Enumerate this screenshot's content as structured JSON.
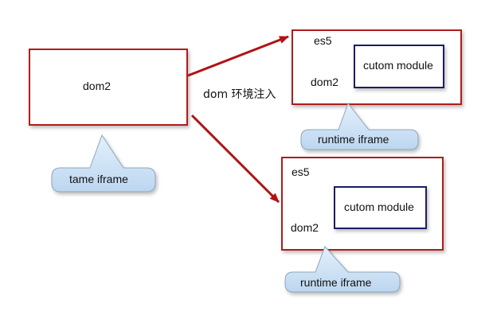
{
  "diagram": {
    "tame_box": {
      "label": "dom2"
    },
    "tame_callout": {
      "label": "tame iframe"
    },
    "connector_label": "dom 环境注入",
    "runtime_top": {
      "es5_label": "es5",
      "dom_label": "dom2",
      "module_label": "cutom module",
      "callout_label": "runtime iframe"
    },
    "runtime_bottom": {
      "es5_label": "es5",
      "dom_label": "dom2",
      "module_label": "cutom module",
      "callout_label": "runtime iframe"
    },
    "colors": {
      "frame_border": "#b01c1c",
      "arrow": "#b31212",
      "module_border": "#1a1a66",
      "callout_fill": "#cfe3f6",
      "callout_border": "#8ea7bf"
    }
  }
}
